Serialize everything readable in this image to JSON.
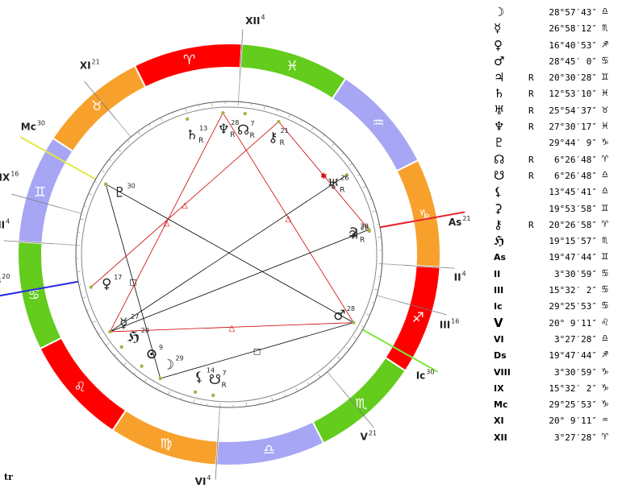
{
  "corner_label": "tr",
  "zodiac_glyphs": [
    "♈",
    "♉",
    "♊",
    "♋",
    "♌",
    "♍",
    "♎",
    "♏",
    "♐",
    "♑",
    "♒",
    "♓"
  ],
  "zodiac_colors": [
    "#ff0000",
    "#f7a12c",
    "#a6a6f4",
    "#63cc1d",
    "#ff0000",
    "#f7a12c",
    "#a6a6f4",
    "#63cc1d",
    "#ff0000",
    "#f7a12c",
    "#a6a6f4",
    "#63cc1d"
  ],
  "houses": [
    {
      "label": "As",
      "num": "21",
      "deg": 79.78,
      "axis": true,
      "color": "#e8202a"
    },
    {
      "label": "II",
      "num": "4",
      "deg": 93.51,
      "axis": false
    },
    {
      "label": "III",
      "num": "16",
      "deg": 105.53,
      "axis": false
    },
    {
      "label": "Ic",
      "num": "30",
      "deg": 119.42,
      "axis": true,
      "color": "#7cea3c"
    },
    {
      "label": "V",
      "num": "21",
      "deg": 140.15,
      "axis": false
    },
    {
      "label": "VI",
      "num": "4",
      "deg": 183.46,
      "axis": false
    },
    {
      "label": "Ds",
      "num": "20",
      "deg": 259.78,
      "axis": true,
      "color": "#2a2aea"
    },
    {
      "label": "VIII",
      "num": "4",
      "deg": 273.51,
      "axis": false
    },
    {
      "label": "IX",
      "num": "16",
      "deg": 285.53,
      "axis": false
    },
    {
      "label": "Mc",
      "num": "30",
      "deg": 299.42,
      "axis": true,
      "color": "#e6e64a"
    },
    {
      "label": "XI",
      "num": "21",
      "deg": 320.15,
      "axis": false
    },
    {
      "label": "XII",
      "num": "4",
      "deg": 3.46,
      "axis": false
    }
  ],
  "planets": [
    {
      "name": "Moon",
      "glyph": "☽",
      "deg": 208.96,
      "num": "29",
      "retro": false
    },
    {
      "name": "Mercury",
      "glyph": "☿",
      "deg": 236.97,
      "num": "27",
      "retro": false
    },
    {
      "name": "Venus",
      "glyph": "♀",
      "deg": 256.68,
      "num": "17",
      "retro": false
    },
    {
      "name": "Mars",
      "glyph": "♂",
      "deg": 118.75,
      "num": "28",
      "retro": false
    },
    {
      "name": "Jupiter",
      "glyph": "♃",
      "deg": 80.51,
      "num": "20",
      "retro": true
    },
    {
      "name": "Saturn",
      "glyph": "♄",
      "deg": 342.89,
      "num": "13",
      "retro": true
    },
    {
      "name": "Uranus",
      "glyph": "♅",
      "deg": 55.91,
      "num": "26",
      "retro": true
    },
    {
      "name": "Neptune",
      "glyph": "♆",
      "deg": 357.5,
      "num": "28",
      "retro": true
    },
    {
      "name": "Pluto",
      "glyph": "♇",
      "deg": 299.74,
      "num": "30",
      "retro": false
    },
    {
      "name": "Node",
      "glyph": "☊",
      "deg": 6.45,
      "num": "7",
      "retro": true
    },
    {
      "name": "SouthNode",
      "glyph": "☋",
      "deg": 186.45,
      "num": "7",
      "retro": true
    },
    {
      "name": "Chiron",
      "glyph": "⚷",
      "deg": 20.45,
      "num": "21",
      "retro": true
    },
    {
      "name": "Lilith",
      "glyph": "⚸",
      "deg": 193.76,
      "num": "14",
      "retro": false
    },
    {
      "name": "Fortune",
      "glyph": "⊙",
      "deg": 218.0,
      "num": "9",
      "retro": false
    },
    {
      "name": "Ceres",
      "glyph": "⚳",
      "deg": 79.9,
      "num": "20",
      "retro": false
    },
    {
      "name": "Juno",
      "glyph": "ℌ",
      "deg": 229.27,
      "num": "20",
      "retro": false
    }
  ],
  "aspects": [
    {
      "a": "Ceres",
      "b": "Chiron",
      "color": "#cc0000",
      "mark": "✱"
    },
    {
      "a": "Ceres",
      "b": "Mercury",
      "color": "#000000"
    },
    {
      "a": "Mars",
      "b": "Pluto",
      "color": "#000000"
    },
    {
      "a": "Mars",
      "b": "Moon",
      "color": "#000000",
      "mark": "□"
    },
    {
      "a": "Pluto",
      "b": "Moon",
      "color": "#000000",
      "mark": "□"
    },
    {
      "a": "Mars",
      "b": "Neptune",
      "color": "#cc0000",
      "mark": "△"
    },
    {
      "a": "Neptune",
      "b": "Mercury",
      "color": "#cc0000",
      "mark": "△"
    },
    {
      "a": "Chiron",
      "b": "Venus",
      "color": "#cc0000",
      "mark": "△"
    },
    {
      "a": "Mars",
      "b": "Mercury",
      "color": "#cc0000",
      "mark": "△"
    },
    {
      "a": "Uranus",
      "b": "Mercury",
      "color": "#000000"
    }
  ],
  "table": [
    {
      "glyph": "☽",
      "retro": "",
      "value": "28°57′43″",
      "sign": "♎"
    },
    {
      "glyph": "☿",
      "retro": "",
      "value": "26°58′12″",
      "sign": "♏"
    },
    {
      "glyph": "♀",
      "retro": "",
      "value": "16°40′53″",
      "sign": "♐"
    },
    {
      "glyph": "♂",
      "retro": "",
      "value": "28°45′ 0″",
      "sign": "♋"
    },
    {
      "glyph": "♃",
      "retro": "R",
      "value": "20°30′28″",
      "sign": "♊"
    },
    {
      "glyph": "♄",
      "retro": "R",
      "value": "12°53′10″",
      "sign": "♓"
    },
    {
      "glyph": "♅",
      "retro": "R",
      "value": "25°54′37″",
      "sign": "♉"
    },
    {
      "glyph": "♆",
      "retro": "R",
      "value": "27°30′17″",
      "sign": "♓"
    },
    {
      "glyph": "♇",
      "retro": "",
      "value": "29°44′ 9″",
      "sign": "♑"
    },
    {
      "glyph": "☊",
      "retro": "R",
      "value": "6°26′48″",
      "sign": "♈"
    },
    {
      "glyph": "☋",
      "retro": "R",
      "value": "6°26′48″",
      "sign": "♎"
    },
    {
      "glyph": "⚸",
      "retro": "",
      "value": "13°45′41″",
      "sign": "♎"
    },
    {
      "glyph": "⚳",
      "retro": "",
      "value": "19°53′58″",
      "sign": "♊"
    },
    {
      "glyph": "⚷",
      "retro": "R",
      "value": "20°26′58″",
      "sign": "♈"
    },
    {
      "glyph": "ℌ",
      "retro": "",
      "value": "19°15′57″",
      "sign": "♏"
    },
    {
      "glyph": "As",
      "retro": "",
      "value": "19°47′44″",
      "sign": "♊"
    },
    {
      "glyph": "II",
      "retro": "",
      "value": "3°30′59″",
      "sign": "♋"
    },
    {
      "glyph": "III",
      "retro": "",
      "value": "15°32′ 2″",
      "sign": "♋"
    },
    {
      "glyph": "Ic",
      "retro": "",
      "value": "29°25′53″",
      "sign": "♋"
    },
    {
      "glyph": "V",
      "retro": "",
      "value": "20° 9′11″",
      "sign": "♌"
    },
    {
      "glyph": "VI",
      "retro": "",
      "value": "3°27′28″",
      "sign": "♎"
    },
    {
      "glyph": "Ds",
      "retro": "",
      "value": "19°47′44″",
      "sign": "♐"
    },
    {
      "glyph": "VIII",
      "retro": "",
      "value": "3°30′59″",
      "sign": "♑"
    },
    {
      "glyph": "IX",
      "retro": "",
      "value": "15°32′ 2″",
      "sign": "♑"
    },
    {
      "glyph": "Mc",
      "retro": "",
      "value": "29°25′53″",
      "sign": "♑"
    },
    {
      "glyph": "XI",
      "retro": "",
      "value": "20° 9′11″",
      "sign": "♒"
    },
    {
      "glyph": "XII",
      "retro": "",
      "value": "3°27′28″",
      "sign": "♈"
    }
  ]
}
